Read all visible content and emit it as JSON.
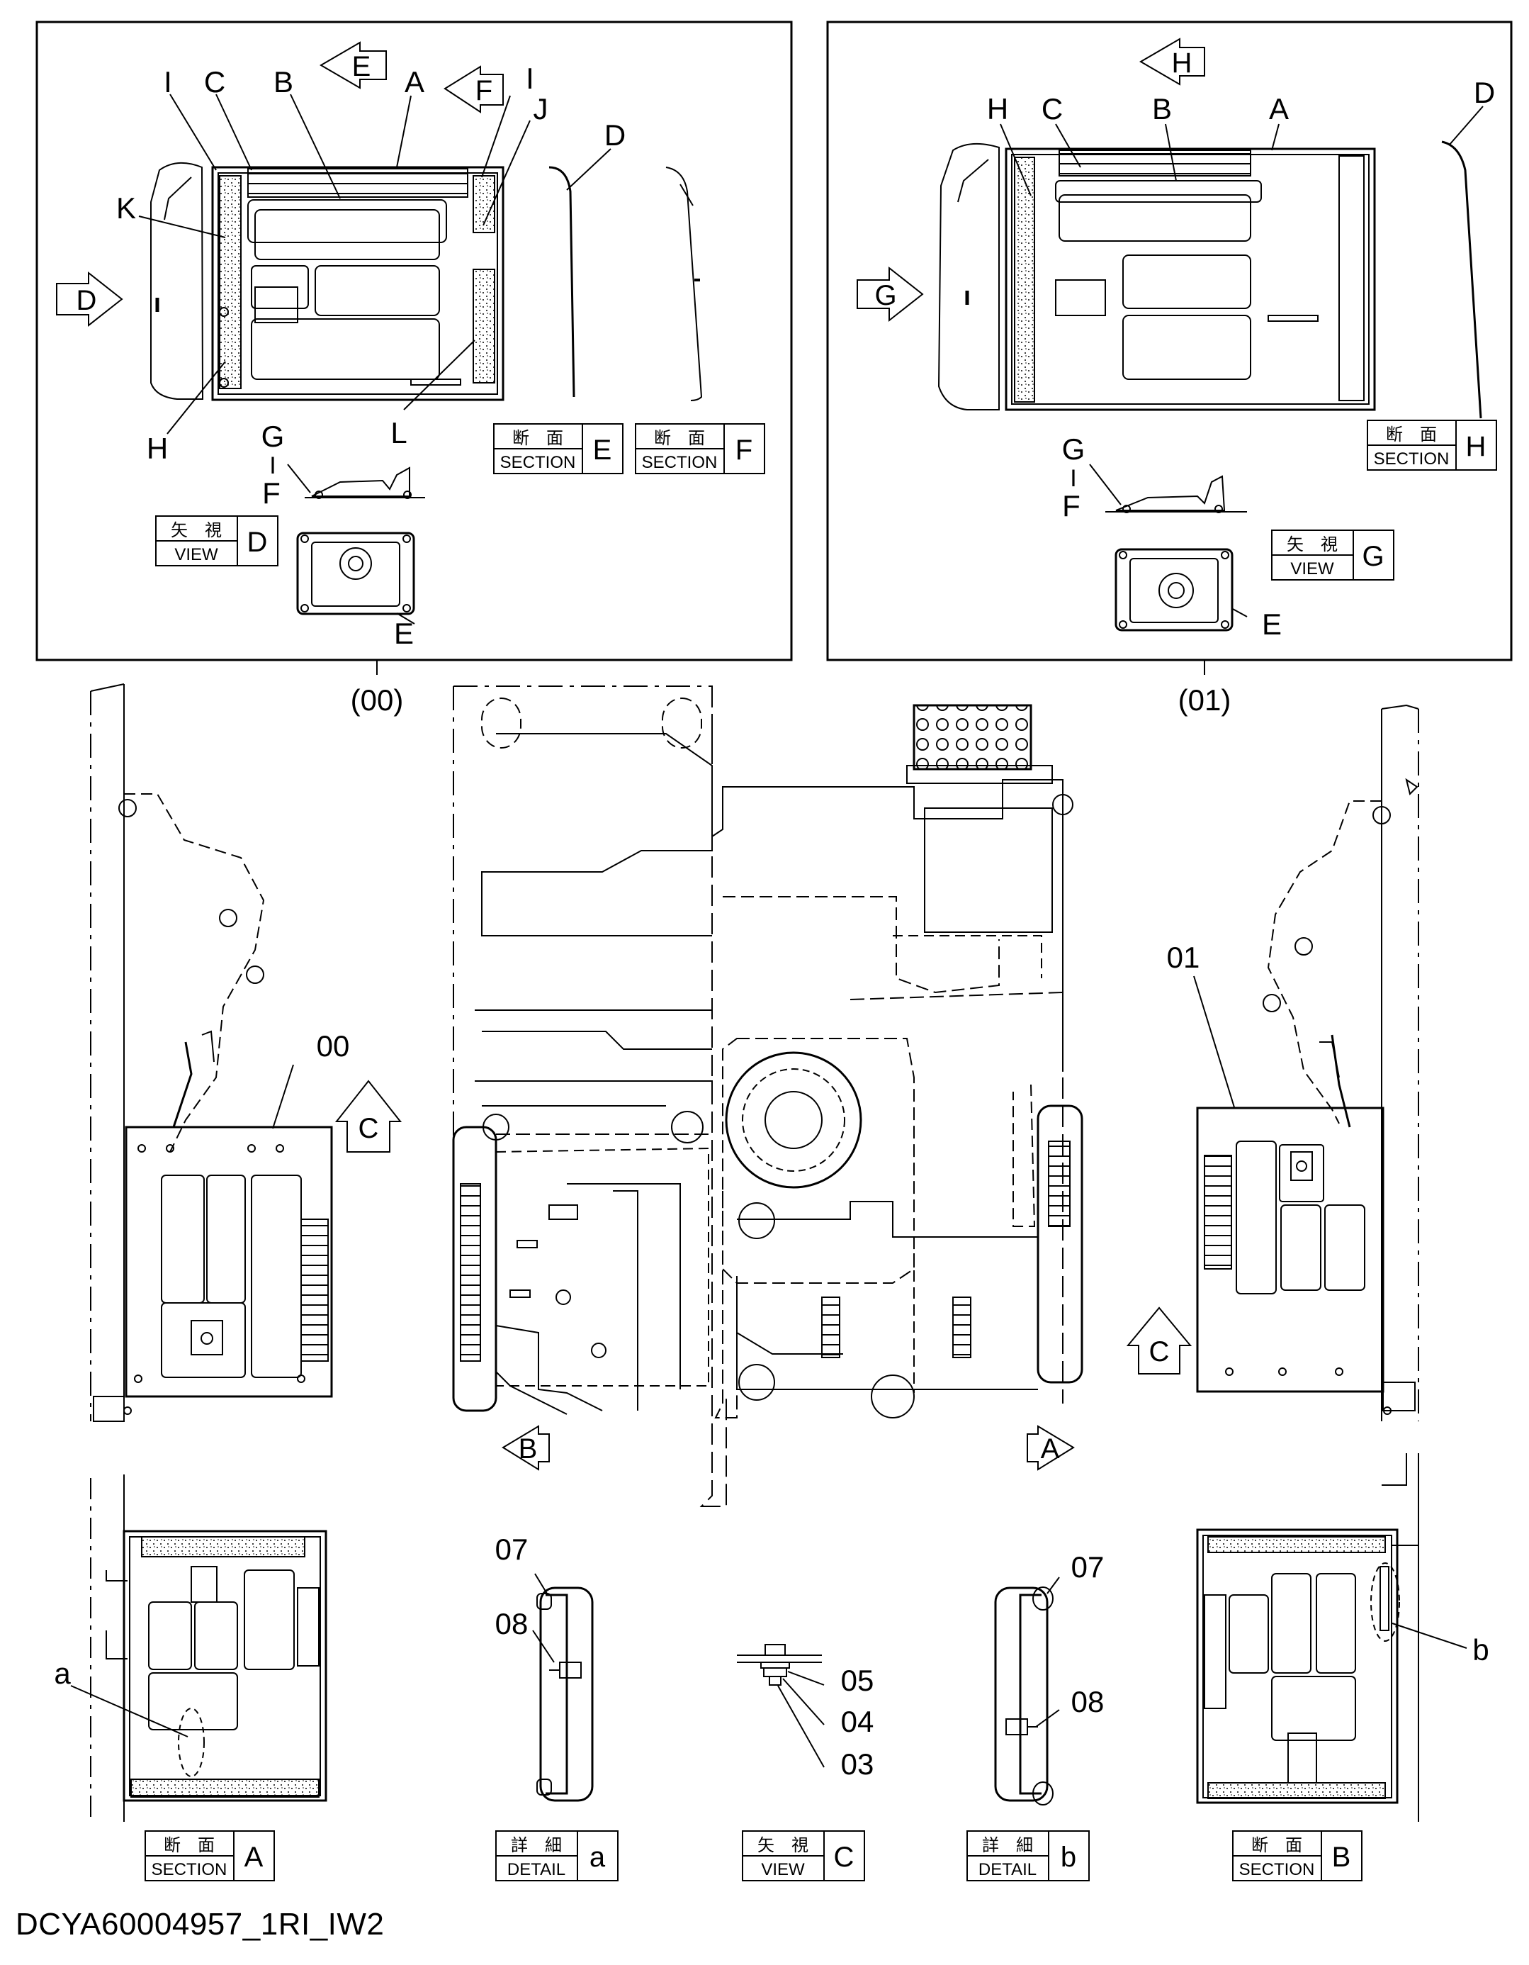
{
  "document_id": "DCYA60004957_1RI_IW2",
  "insets": [
    {
      "tag": "(00)"
    },
    {
      "tag": "(01)"
    }
  ],
  "callouts": {
    "a": "A",
    "b": "B",
    "c": "C",
    "d": "D",
    "e": "E",
    "f": "F",
    "g": "G",
    "h": "H",
    "i": "I",
    "j": "J",
    "k": "K",
    "l": "L",
    "p00": "00",
    "p01": "01",
    "p03": "03",
    "p04": "04",
    "p05": "05",
    "p07": "07",
    "p08": "08",
    "da": "a",
    "db": "b"
  },
  "view_markers": {
    "a": "A",
    "b": "B",
    "c": "C",
    "d": "D",
    "e": "E",
    "f": "F",
    "g": "G",
    "h": "H"
  },
  "title_boxes": [
    {
      "jp": "断　面",
      "en": "SECTION",
      "letter": "E"
    },
    {
      "jp": "断　面",
      "en": "SECTION",
      "letter": "F"
    },
    {
      "jp": "矢　視",
      "en": "VIEW",
      "letter": "D"
    },
    {
      "jp": "断　面",
      "en": "SECTION",
      "letter": "H"
    },
    {
      "jp": "矢　視",
      "en": "VIEW",
      "letter": "G"
    },
    {
      "jp": "断　面",
      "en": "SECTION",
      "letter": "A"
    },
    {
      "jp": "詳　細",
      "en": "DETAIL",
      "letter": "a"
    },
    {
      "jp": "矢　視",
      "en": "VIEW",
      "letter": "C"
    },
    {
      "jp": "詳　細",
      "en": "DETAIL",
      "letter": "b"
    },
    {
      "jp": "断　面",
      "en": "SECTION",
      "letter": "B"
    }
  ]
}
